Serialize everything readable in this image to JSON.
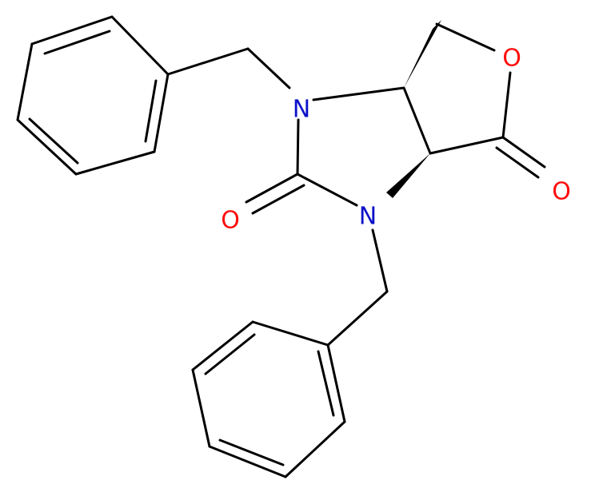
{
  "molecule": {
    "atoms": {
      "n1": "N",
      "n2": "N",
      "o_ring": "O",
      "o_urea": "O",
      "o_lactone": "O"
    },
    "colors": {
      "bond": "#000000",
      "nitrogen": "#0c12c8",
      "oxygen": "#ff0d0d"
    }
  }
}
